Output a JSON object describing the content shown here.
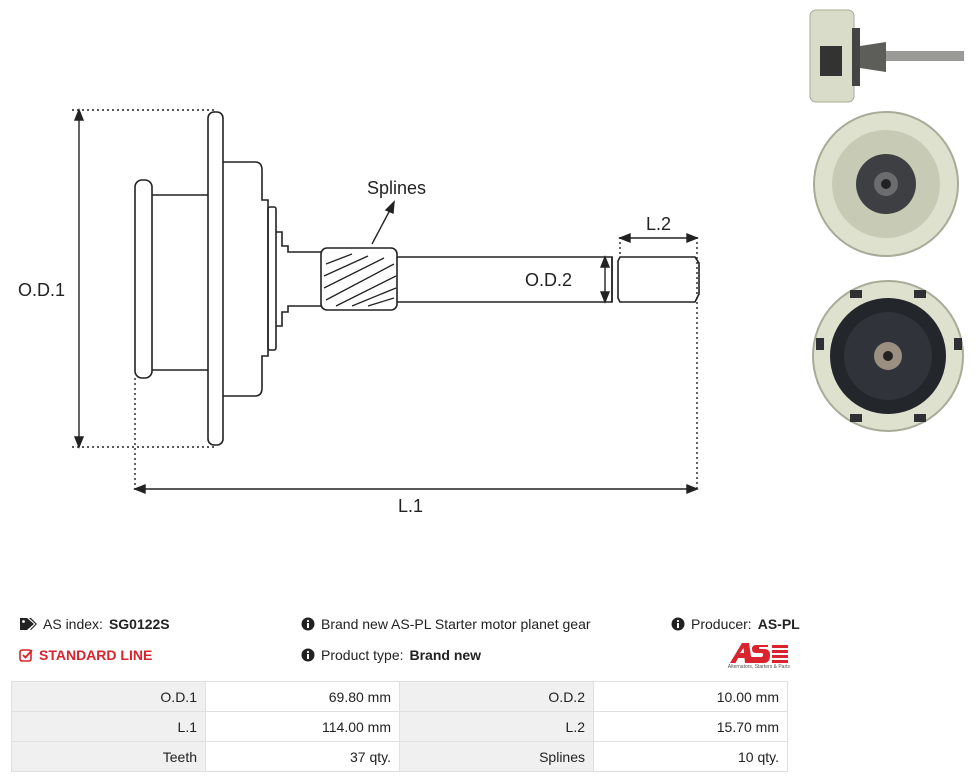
{
  "drawing": {
    "labels": {
      "od1": "O.D.1",
      "od2": "O.D.2",
      "l1": "L.1",
      "l2": "L.2",
      "splines": "Splines"
    }
  },
  "info": {
    "index_label": "AS index:",
    "index_value": "SG0122S",
    "line_label": "STANDARD LINE",
    "description": "Brand new AS-PL Starter motor planet gear",
    "product_type_label": "Product type:",
    "product_type_value": "Brand new",
    "producer_label": "Producer:",
    "producer_value": "AS-PL"
  },
  "logo": {
    "mark": "AS",
    "tagline": "Alternators, Starters & Parts"
  },
  "specs": [
    {
      "label1": "O.D.1",
      "value1": "69.80 mm",
      "label2": "O.D.2",
      "value2": "10.00 mm"
    },
    {
      "label1": "L.1",
      "value1": "114.00 mm",
      "label2": "L.2",
      "value2": "15.70 mm"
    },
    {
      "label1": "Teeth",
      "value1": "37 qty.",
      "label2": "Splines",
      "value2": "10 qty."
    }
  ],
  "colors": {
    "accent": "#d9232d",
    "line": "#222222",
    "table_label_bg": "#f0f0f0"
  }
}
